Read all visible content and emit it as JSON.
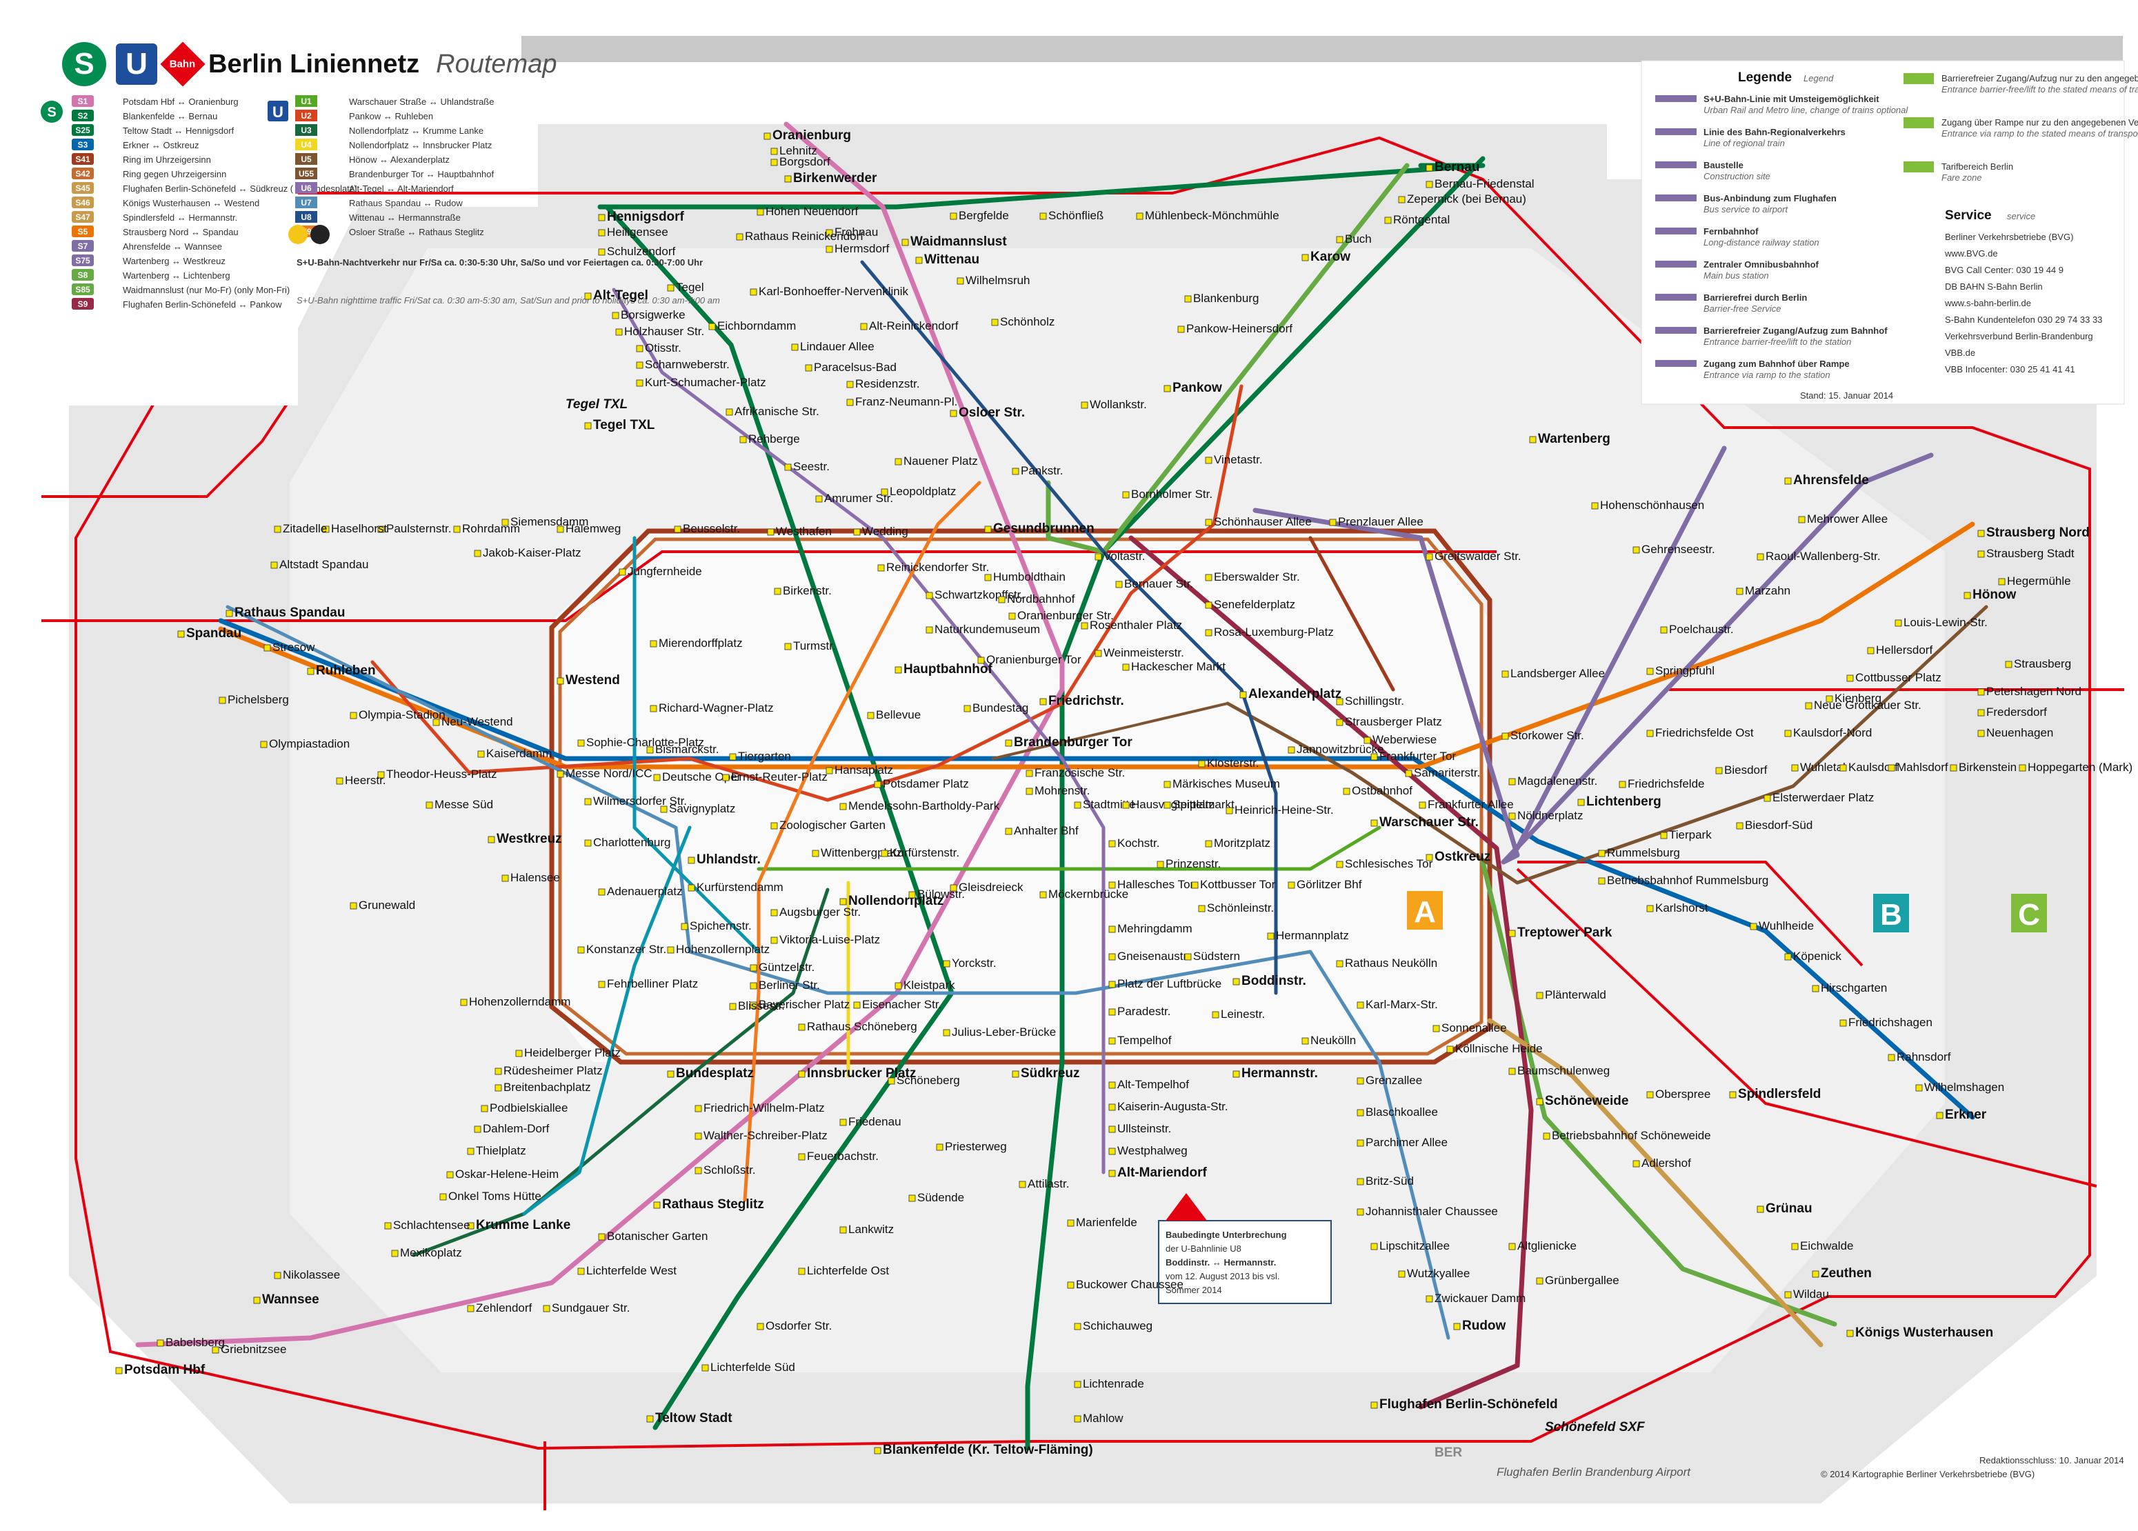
{
  "header": {
    "title": "Berlin Liniennetz",
    "subtitle": "Routemap",
    "logo_s": "S",
    "logo_u": "U",
    "logo_db": "Bahn"
  },
  "legend": {
    "title": "Legende",
    "title_en": "Legend",
    "items": [
      {
        "de": "S+U-Bahn-Linie mit Umsteigemöglichkeit",
        "en": "Urban Rail and Metro line, change of trains optional"
      },
      {
        "de": "Linie des Bahn-Regionalverkehrs",
        "en": "Line of regional train"
      },
      {
        "de": "Baustelle",
        "en": "Construction site"
      },
      {
        "de": "Bus-Anbindung zum Flughafen",
        "en": "Bus service to airport"
      },
      {
        "de": "Fernbahnhof",
        "en": "Long-distance railway station"
      },
      {
        "de": "Zentraler Omnibusbahnhof",
        "en": "Main bus station"
      },
      {
        "de": "Barrierefrei durch Berlin",
        "en": "Barrier-free Service"
      },
      {
        "de": "Barrierefreier Zugang/Aufzug zum Bahnhof",
        "en": "Entrance barrier-free/lift to the station"
      },
      {
        "de": "Zugang zum Bahnhof über Rampe",
        "en": "Entrance via ramp to the station"
      }
    ],
    "right_items": [
      {
        "de": "Barrierefreier Zugang/Aufzug nur zu den angegebenen Verkehrsmitteln",
        "en": "Entrance barrier-free/lift to the stated means of transportation only"
      },
      {
        "de": "Zugang über Rampe nur zu den angegebenen Verkehrsmitteln",
        "en": "Entrance via ramp to the stated means of transportation only"
      },
      {
        "de": "Tarifbereich Berlin",
        "en": "Fare zone"
      }
    ],
    "service_title": "Service",
    "service_title_en": "service",
    "service": [
      "Berliner Verkehrsbetriebe (BVG)",
      "www.BVG.de",
      "BVG Call Center: 030 19 44 9",
      "DB BAHN  S-Bahn Berlin",
      "www.s-bahn-berlin.de",
      "S-Bahn Kundentelefon 030 29 74 33 33",
      "Verkehrsverbund Berlin-Brandenburg",
      "VBB.de",
      "VBB Infocenter: 030 25 41 41 41"
    ],
    "stand": "Stand: 15. Januar 2014"
  },
  "line_list_s": [
    {
      "line": "S1",
      "text": "Potsdam Hbf ↔ Oranienburg",
      "color": "#d474ae"
    },
    {
      "line": "S2",
      "text": "Blankenfelde ↔ Bernau",
      "color": "#00793e"
    },
    {
      "line": "S25",
      "text": "Teltow Stadt ↔ Hennigsdorf",
      "color": "#00793e"
    },
    {
      "line": "S3",
      "text": "Erkner ↔ Ostkreuz",
      "color": "#0066ad"
    },
    {
      "line": "S41",
      "text": "Ring im Uhrzeigersinn",
      "color": "#a23b1e"
    },
    {
      "line": "S42",
      "text": "Ring gegen Uhrzeigersinn",
      "color": "#c76a31"
    },
    {
      "line": "S45",
      "text": "Flughafen Berlin-Schönefeld ↔ Südkreuz (↔ Bundesplatz)",
      "color": "#c99a49"
    },
    {
      "line": "S46",
      "text": "Königs Wusterhausen ↔ Westend",
      "color": "#c99a49"
    },
    {
      "line": "S47",
      "text": "Spindlersfeld ↔ Hermannstr.",
      "color": "#c99a49"
    },
    {
      "line": "S5",
      "text": "Strausberg Nord ↔ Spandau",
      "color": "#eb7405"
    },
    {
      "line": "S7",
      "text": "Ahrensfelde ↔ Wannsee",
      "color": "#816da6"
    },
    {
      "line": "S75",
      "text": "Wartenberg ↔ Westkreuz",
      "color": "#816da6"
    },
    {
      "line": "S8",
      "text": "Wartenberg ↔ Lichtenberg",
      "color": "#66aa44"
    },
    {
      "line": "S85",
      "text": "Waidmannslust (nur Mo-Fr) (only Mon-Fri)",
      "color": "#66aa44"
    },
    {
      "line": "S9",
      "text": "Flughafen Berlin-Schönefeld ↔ Pankow",
      "color": "#992746"
    }
  ],
  "line_list_u": [
    {
      "line": "U1",
      "text": "Warschauer Straße ↔ Uhlandstraße",
      "color": "#55a822"
    },
    {
      "line": "U2",
      "text": "Pankow ↔ Ruhleben",
      "color": "#da421e"
    },
    {
      "line": "U3",
      "text": "Nollendorfplatz ↔ Krumme Lanke",
      "color": "#16683d"
    },
    {
      "line": "U4",
      "text": "Nollendorfplatz ↔ Innsbrucker Platz",
      "color": "#f0d722"
    },
    {
      "line": "U5",
      "text": "Hönow ↔ Alexanderplatz",
      "color": "#7e5330"
    },
    {
      "line": "U55",
      "text": "Brandenburger Tor ↔ Hauptbahnhof",
      "color": "#7e5330"
    },
    {
      "line": "U6",
      "text": "Alt-Tegel ↔ Alt-Mariendorf",
      "color": "#8c6dab"
    },
    {
      "line": "U7",
      "text": "Rathaus Spandau ↔ Rudow",
      "color": "#528dba"
    },
    {
      "line": "U8",
      "text": "Wittenau ↔ Hermannstraße",
      "color": "#224f86"
    },
    {
      "line": "U9",
      "text": "Osloer Straße ↔ Rathaus Steglitz",
      "color": "#f3791d"
    }
  ],
  "night_note": {
    "de": "S+U-Bahn-Nachtverkehr nur Fr/Sa ca. 0:30-5:30 Uhr, Sa/So und vor Feiertagen ca. 0:30-7:00 Uhr",
    "en": "S+U-Bahn nighttime traffic Fri/Sat ca. 0:30 am-5:30 am, Sat/Sun and prior to holidays ca. 0:30 am-7:00 am"
  },
  "zones": [
    "A",
    "B",
    "C"
  ],
  "construction": {
    "title": "Baubedingte Unterbrechung",
    "l1": "der U-Bahnlinie U8",
    "l2": "Boddinstr. ↔ Hermannstr.",
    "l3": "vom 12. August 2013 bis vsl.",
    "l4": "Sommer 2014"
  },
  "airports": {
    "txl": "Tegel TXL",
    "sxf": "Schönefeld SXF",
    "ber": "Flughafen Berlin Brandenburg Airport",
    "ber_code": "BER"
  },
  "footer": {
    "redaktion": "Redaktionsschluss: 10. Januar 2014",
    "copyright": "© 2014 Kartographie Berliner Verkehrsbetriebe (BVG)"
  },
  "colors": {
    "ring": "#a23b1e",
    "s_green": "#00793e",
    "s_blue": "#0066ad",
    "s_pink": "#d474ae",
    "s_orange": "#eb7405",
    "s_violet": "#816da6",
    "s_light_green": "#66aa44",
    "s_wine": "#992746",
    "regional": "#e3000f",
    "u1": "#55a822",
    "u2": "#da421e",
    "u3": "#16683d",
    "u4": "#f0d722",
    "u5": "#7e5330",
    "u6": "#8c6dab",
    "u7": "#528dba",
    "u8": "#224f86",
    "u9": "#f3791d"
  },
  "stations": [
    {
      "n": "Hennigsdorf",
      "b": 1
    },
    {
      "n": "Heiligensee"
    },
    {
      "n": "Schulzendorf"
    },
    {
      "n": "Tegel"
    },
    {
      "n": "Alt-Tegel",
      "b": 1
    },
    {
      "n": "Borsigwerke"
    },
    {
      "n": "Holzhauser Str."
    },
    {
      "n": "Otisstr."
    },
    {
      "n": "Scharnweberstr."
    },
    {
      "n": "Kurt-Schumacher-Platz"
    },
    {
      "n": "Afrikanische Str."
    },
    {
      "n": "Rehberge"
    },
    {
      "n": "Seestr."
    },
    {
      "n": "Amrumer Str."
    },
    {
      "n": "Westhafen"
    },
    {
      "n": "Beusselstr."
    },
    {
      "n": "Jungfernheide"
    },
    {
      "n": "Jakob-Kaiser-Platz"
    },
    {
      "n": "Halemweg"
    },
    {
      "n": "Siemensdamm"
    },
    {
      "n": "Rohrdamm"
    },
    {
      "n": "Paulsternstr."
    },
    {
      "n": "Haselhorst"
    },
    {
      "n": "Zitadelle"
    },
    {
      "n": "Altstadt Spandau"
    },
    {
      "n": "Rathaus Spandau",
      "b": 1
    },
    {
      "n": "Spandau",
      "b": 1
    },
    {
      "n": "Stresow"
    },
    {
      "n": "Pichelsberg"
    },
    {
      "n": "Olympiastadion"
    },
    {
      "n": "Ruhleben",
      "b": 1
    },
    {
      "n": "Olympia-Stadion"
    },
    {
      "n": "Neu-Westend"
    },
    {
      "n": "Theodor-Heuss-Platz"
    },
    {
      "n": "Kaiserdamm"
    },
    {
      "n": "Messe Süd"
    },
    {
      "n": "Heerstr."
    },
    {
      "n": "Westend",
      "b": 1
    },
    {
      "n": "Mierendorffplatz"
    },
    {
      "n": "Richard-Wagner-Platz"
    },
    {
      "n": "Sophie-Charlotte-Platz"
    },
    {
      "n": "Bismarckstr."
    },
    {
      "n": "Deutsche Oper"
    },
    {
      "n": "Messe Nord/ICC"
    },
    {
      "n": "Wilmersdorfer Str."
    },
    {
      "n": "Westkreuz",
      "b": 1
    },
    {
      "n": "Charlottenburg"
    },
    {
      "n": "Savignyplatz"
    },
    {
      "n": "Zoologischer Garten"
    },
    {
      "n": "Tiergarten"
    },
    {
      "n": "Ernst-Reuter-Platz"
    },
    {
      "n": "Hansaplatz"
    },
    {
      "n": "Bellevue"
    },
    {
      "n": "Uhlandstr.",
      "b": 1
    },
    {
      "n": "Halensee"
    },
    {
      "n": "Grunewald"
    },
    {
      "n": "Adenauerplatz"
    },
    {
      "n": "Konstanzer Str."
    },
    {
      "n": "Fehrbelliner Platz"
    },
    {
      "n": "Hohenzollernplatz"
    },
    {
      "n": "Spichernstr."
    },
    {
      "n": "Kurfürstendamm"
    },
    {
      "n": "Augsburger Str."
    },
    {
      "n": "Viktoria-Luise-Platz"
    },
    {
      "n": "Wittenbergplatz"
    },
    {
      "n": "Kurfürstenstr."
    },
    {
      "n": "Nollendorfplatz",
      "b": 1
    },
    {
      "n": "Bülowstr."
    },
    {
      "n": "Gleisdreieck"
    },
    {
      "n": "Mendelssohn-Bartholdy-Park"
    },
    {
      "n": "Potsdamer Platz"
    },
    {
      "n": "Bundestag"
    },
    {
      "n": "Hauptbahnhof",
      "b": 1
    },
    {
      "n": "Turmstr."
    },
    {
      "n": "Birkenstr."
    },
    {
      "n": "Reinickendorfer Str."
    },
    {
      "n": "Schwartzkopffstr."
    },
    {
      "n": "Naturkundemuseum"
    },
    {
      "n": "Humboldthain"
    },
    {
      "n": "Nordbahnhof"
    },
    {
      "n": "Oranienburger Str."
    },
    {
      "n": "Oranienburger Tor"
    },
    {
      "n": "Friedrichstr.",
      "b": 1
    },
    {
      "n": "Brandenburger Tor",
      "b": 1
    },
    {
      "n": "Französische Str."
    },
    {
      "n": "Mohrenstr."
    },
    {
      "n": "Stadtmitte"
    },
    {
      "n": "Anhalter Bhf"
    },
    {
      "n": "Hausvogteiplatz"
    },
    {
      "n": "Spittelmarkt"
    },
    {
      "n": "Märkisches Museum"
    },
    {
      "n": "Klosterstr."
    },
    {
      "n": "Heinrich-Heine-Str."
    },
    {
      "n": "Kochstr."
    },
    {
      "n": "Moritzplatz"
    },
    {
      "n": "Prinzenstr."
    },
    {
      "n": "Hallesches Tor"
    },
    {
      "n": "Kottbusser Tor"
    },
    {
      "n": "Görlitzer Bhf"
    },
    {
      "n": "Möckernbrücke"
    },
    {
      "n": "Mehringdamm"
    },
    {
      "n": "Gneisenaustr."
    },
    {
      "n": "Südstern"
    },
    {
      "n": "Hermannplatz"
    },
    {
      "n": "Schönleinstr."
    },
    {
      "n": "Rathaus Neukölln"
    },
    {
      "n": "Karl-Marx-Str."
    },
    {
      "n": "Neukölln"
    },
    {
      "n": "Boddinstr.",
      "b": 1
    },
    {
      "n": "Leinestr."
    },
    {
      "n": "Platz der Luftbrücke"
    },
    {
      "n": "Paradestr."
    },
    {
      "n": "Tempelhof"
    },
    {
      "n": "Yorckstr."
    },
    {
      "n": "Kleistpark"
    },
    {
      "n": "Eisenacher Str."
    },
    {
      "n": "Bayerischer Platz"
    },
    {
      "n": "Rathaus Schöneberg"
    },
    {
      "n": "Berliner Str."
    },
    {
      "n": "Blissestr."
    },
    {
      "n": "Güntzelstr."
    },
    {
      "n": "Julius-Leber-Brücke"
    },
    {
      "n": "Bundesplatz",
      "b": 1
    },
    {
      "n": "Innsbrucker Platz",
      "b": 1
    },
    {
      "n": "Schöneberg"
    },
    {
      "n": "Südkreuz",
      "b": 1
    },
    {
      "n": "Hermannstr.",
      "b": 1
    },
    {
      "n": "Alt-Tempelhof"
    },
    {
      "n": "Kaiserin-Augusta-Str."
    },
    {
      "n": "Ullsteinstr."
    },
    {
      "n": "Westphalweg"
    },
    {
      "n": "Alt-Mariendorf",
      "b": 1
    },
    {
      "n": "Hohenzollerndamm"
    },
    {
      "n": "Heidelberger Platz"
    },
    {
      "n": "Rüdesheimer Platz"
    },
    {
      "n": "Breitenbachplatz"
    },
    {
      "n": "Podbielskiallee"
    },
    {
      "n": "Dahlem-Dorf"
    },
    {
      "n": "Thielplatz"
    },
    {
      "n": "Oskar-Helene-Heim"
    },
    {
      "n": "Onkel Toms Hütte"
    },
    {
      "n": "Krumme Lanke",
      "b": 1
    },
    {
      "n": "Schlachtensee"
    },
    {
      "n": "Mexikoplatz"
    },
    {
      "n": "Nikolassee"
    },
    {
      "n": "Wannsee",
      "b": 1
    },
    {
      "n": "Griebnitzsee"
    },
    {
      "n": "Babelsberg"
    },
    {
      "n": "Potsdam Hbf",
      "b": 1
    },
    {
      "n": "Zehlendorf"
    },
    {
      "n": "Sundgauer Str."
    },
    {
      "n": "Lichterfelde West"
    },
    {
      "n": "Botanischer Garten"
    },
    {
      "n": "Rathaus Steglitz",
      "b": 1
    },
    {
      "n": "Schloßstr."
    },
    {
      "n": "Walther-Schreiber-Platz"
    },
    {
      "n": "Friedrich-Wilhelm-Platz"
    },
    {
      "n": "Feuerbachstr."
    },
    {
      "n": "Friedenau"
    },
    {
      "n": "Priesterweg"
    },
    {
      "n": "Südende"
    },
    {
      "n": "Lankwitz"
    },
    {
      "n": "Lichterfelde Ost"
    },
    {
      "n": "Osdorfer Str."
    },
    {
      "n": "Lichterfelde Süd"
    },
    {
      "n": "Teltow Stadt",
      "b": 1
    },
    {
      "n": "Attilastr."
    },
    {
      "n": "Marienfelde"
    },
    {
      "n": "Buckower Chaussee"
    },
    {
      "n": "Schichauweg"
    },
    {
      "n": "Lichtenrade"
    },
    {
      "n": "Mahlow"
    },
    {
      "n": "Blankenfelde (Kr. Teltow-Fläming)",
      "b": 1
    },
    {
      "n": "Grenzallee"
    },
    {
      "n": "Blaschkoallee"
    },
    {
      "n": "Parchimer Allee"
    },
    {
      "n": "Britz-Süd"
    },
    {
      "n": "Johannisthaler Chaussee"
    },
    {
      "n": "Lipschitzallee"
    },
    {
      "n": "Wutzkyallee"
    },
    {
      "n": "Zwickauer Damm"
    },
    {
      "n": "Rudow",
      "b": 1
    },
    {
      "n": "Flughafen Berlin-Schönefeld",
      "b": 1
    },
    {
      "n": "Sonnenallee"
    },
    {
      "n": "Köllnische Heide"
    },
    {
      "n": "Baumschulenweg"
    },
    {
      "n": "Schöneweide",
      "b": 1
    },
    {
      "n": "Betriebsbahnhof Schöneweide"
    },
    {
      "n": "Adlershof"
    },
    {
      "n": "Altglienicke"
    },
    {
      "n": "Grünbergallee"
    },
    {
      "n": "Oberspree"
    },
    {
      "n": "Spindlersfeld",
      "b": 1
    },
    {
      "n": "Grünau",
      "b": 1
    },
    {
      "n": "Eichwalde"
    },
    {
      "n": "Zeuthen",
      "b": 1
    },
    {
      "n": "Wildau"
    },
    {
      "n": "Königs Wusterhausen",
      "b": 1
    },
    {
      "n": "Treptower Park",
      "b": 1
    },
    {
      "n": "Plänterwald"
    },
    {
      "n": "Ostkreuz",
      "b": 1
    },
    {
      "n": "Warschauer Str.",
      "b": 1
    },
    {
      "n": "Schlesisches Tor"
    },
    {
      "n": "Ostbahnhof"
    },
    {
      "n": "Jannowitzbrücke"
    },
    {
      "n": "Alexanderplatz",
      "b": 1
    },
    {
      "n": "Hackescher Markt"
    },
    {
      "n": "Weinmeisterstr."
    },
    {
      "n": "Rosenthaler Platz"
    },
    {
      "n": "Bernauer Str."
    },
    {
      "n": "Voltastr."
    },
    {
      "n": "Gesundbrunnen",
      "b": 1
    },
    {
      "n": "Bornholmer Str."
    },
    {
      "n": "Schönhauser Allee"
    },
    {
      "n": "Eberswalder Str."
    },
    {
      "n": "Senefelderplatz"
    },
    {
      "n": "Rosa-Luxemburg-Platz"
    },
    {
      "n": "Schillingstr."
    },
    {
      "n": "Strausberger Platz"
    },
    {
      "n": "Weberwiese"
    },
    {
      "n": "Frankfurter Tor"
    },
    {
      "n": "Samariterstr."
    },
    {
      "n": "Frankfurter Allee"
    },
    {
      "n": "Storkower Str."
    },
    {
      "n": "Landsberger Allee"
    },
    {
      "n": "Greifswalder Str."
    },
    {
      "n": "Prenzlauer Allee"
    },
    {
      "n": "Magdalenenstr."
    },
    {
      "n": "Lichtenberg",
      "b": 1
    },
    {
      "n": "Nöldnerplatz"
    },
    {
      "n": "Rummelsburg"
    },
    {
      "n": "Betriebsbahnhof Rummelsburg"
    },
    {
      "n": "Karlshorst"
    },
    {
      "n": "Wuhlheide"
    },
    {
      "n": "Köpenick"
    },
    {
      "n": "Hirschgarten"
    },
    {
      "n": "Friedrichshagen"
    },
    {
      "n": "Rahnsdorf"
    },
    {
      "n": "Wilhelmshagen"
    },
    {
      "n": "Erkner",
      "b": 1
    },
    {
      "n": "Tierpark"
    },
    {
      "n": "Friedrichsfelde"
    },
    {
      "n": "Friedrichsfelde Ost"
    },
    {
      "n": "Biesdorf"
    },
    {
      "n": "Biesdorf-Süd"
    },
    {
      "n": "Elsterwerdaer Platz"
    },
    {
      "n": "Wuhletal"
    },
    {
      "n": "Kaulsdorf"
    },
    {
      "n": "Mahlsdorf"
    },
    {
      "n": "Birkenstein"
    },
    {
      "n": "Hoppegarten (Mark)"
    },
    {
      "n": "Neuenhagen"
    },
    {
      "n": "Fredersdorf"
    },
    {
      "n": "Petershagen Nord"
    },
    {
      "n": "Strausberg"
    },
    {
      "n": "Strausberg Stadt"
    },
    {
      "n": "Hegermühle"
    },
    {
      "n": "Strausberg Nord",
      "b": 1
    },
    {
      "n": "Hönow",
      "b": 1
    },
    {
      "n": "Louis-Lewin-Str."
    },
    {
      "n": "Hellersdorf"
    },
    {
      "n": "Cottbusser Platz"
    },
    {
      "n": "Kienberg"
    },
    {
      "n": "Neue Grottkauer Str."
    },
    {
      "n": "Kaulsdorf-Nord"
    },
    {
      "n": "Springpfuhl"
    },
    {
      "n": "Poelchaustr."
    },
    {
      "n": "Marzahn"
    },
    {
      "n": "Raoul-Wallenberg-Str."
    },
    {
      "n": "Mehrower Allee"
    },
    {
      "n": "Ahrensfelde",
      "b": 1
    },
    {
      "n": "Gehrenseestr."
    },
    {
      "n": "Hohenschönhausen"
    },
    {
      "n": "Wartenberg",
      "b": 1
    },
    {
      "n": "Vinetastr."
    },
    {
      "n": "Pankow",
      "b": 1
    },
    {
      "n": "Pankow-Heinersdorf"
    },
    {
      "n": "Wollankstr."
    },
    {
      "n": "Blankenburg"
    },
    {
      "n": "Karow",
      "b": 1
    },
    {
      "n": "Buch"
    },
    {
      "n": "Röntgental"
    },
    {
      "n": "Zepernick (bei Bernau)"
    },
    {
      "n": "Bernau-Friedenstal"
    },
    {
      "n": "Bernau",
      "b": 1
    },
    {
      "n": "Mühlenbeck-Mönchmühle"
    },
    {
      "n": "Schönfließ"
    },
    {
      "n": "Bergfelde"
    },
    {
      "n": "Hohen Neuendorf"
    },
    {
      "n": "Birkenwerder",
      "b": 1
    },
    {
      "n": "Borgsdorf"
    },
    {
      "n": "Lehnitz"
    },
    {
      "n": "Oranienburg",
      "b": 1
    },
    {
      "n": "Frohnau"
    },
    {
      "n": "Hermsdorf"
    },
    {
      "n": "Waidmannslust",
      "b": 1
    },
    {
      "n": "Wittenau",
      "b": 1
    },
    {
      "n": "Wilhelmsruh"
    },
    {
      "n": "Schönholz"
    },
    {
      "n": "Rathaus Reinickendorf"
    },
    {
      "n": "Karl-Bonhoeffer-Nervenklinik"
    },
    {
      "n": "Alt-Reinickendorf"
    },
    {
      "n": "Eichborndamm"
    },
    {
      "n": "Lindauer Allee"
    },
    {
      "n": "Paracelsus-Bad"
    },
    {
      "n": "Residenzstr."
    },
    {
      "n": "Franz-Neumann-Pl."
    },
    {
      "n": "Osloer Str.",
      "b": 1
    },
    {
      "n": "Pankstr."
    },
    {
      "n": "Nauener Platz"
    },
    {
      "n": "Leopoldplatz"
    },
    {
      "n": "Wedding"
    },
    {
      "n": "Tegel TXL",
      "b": 1
    }
  ]
}
